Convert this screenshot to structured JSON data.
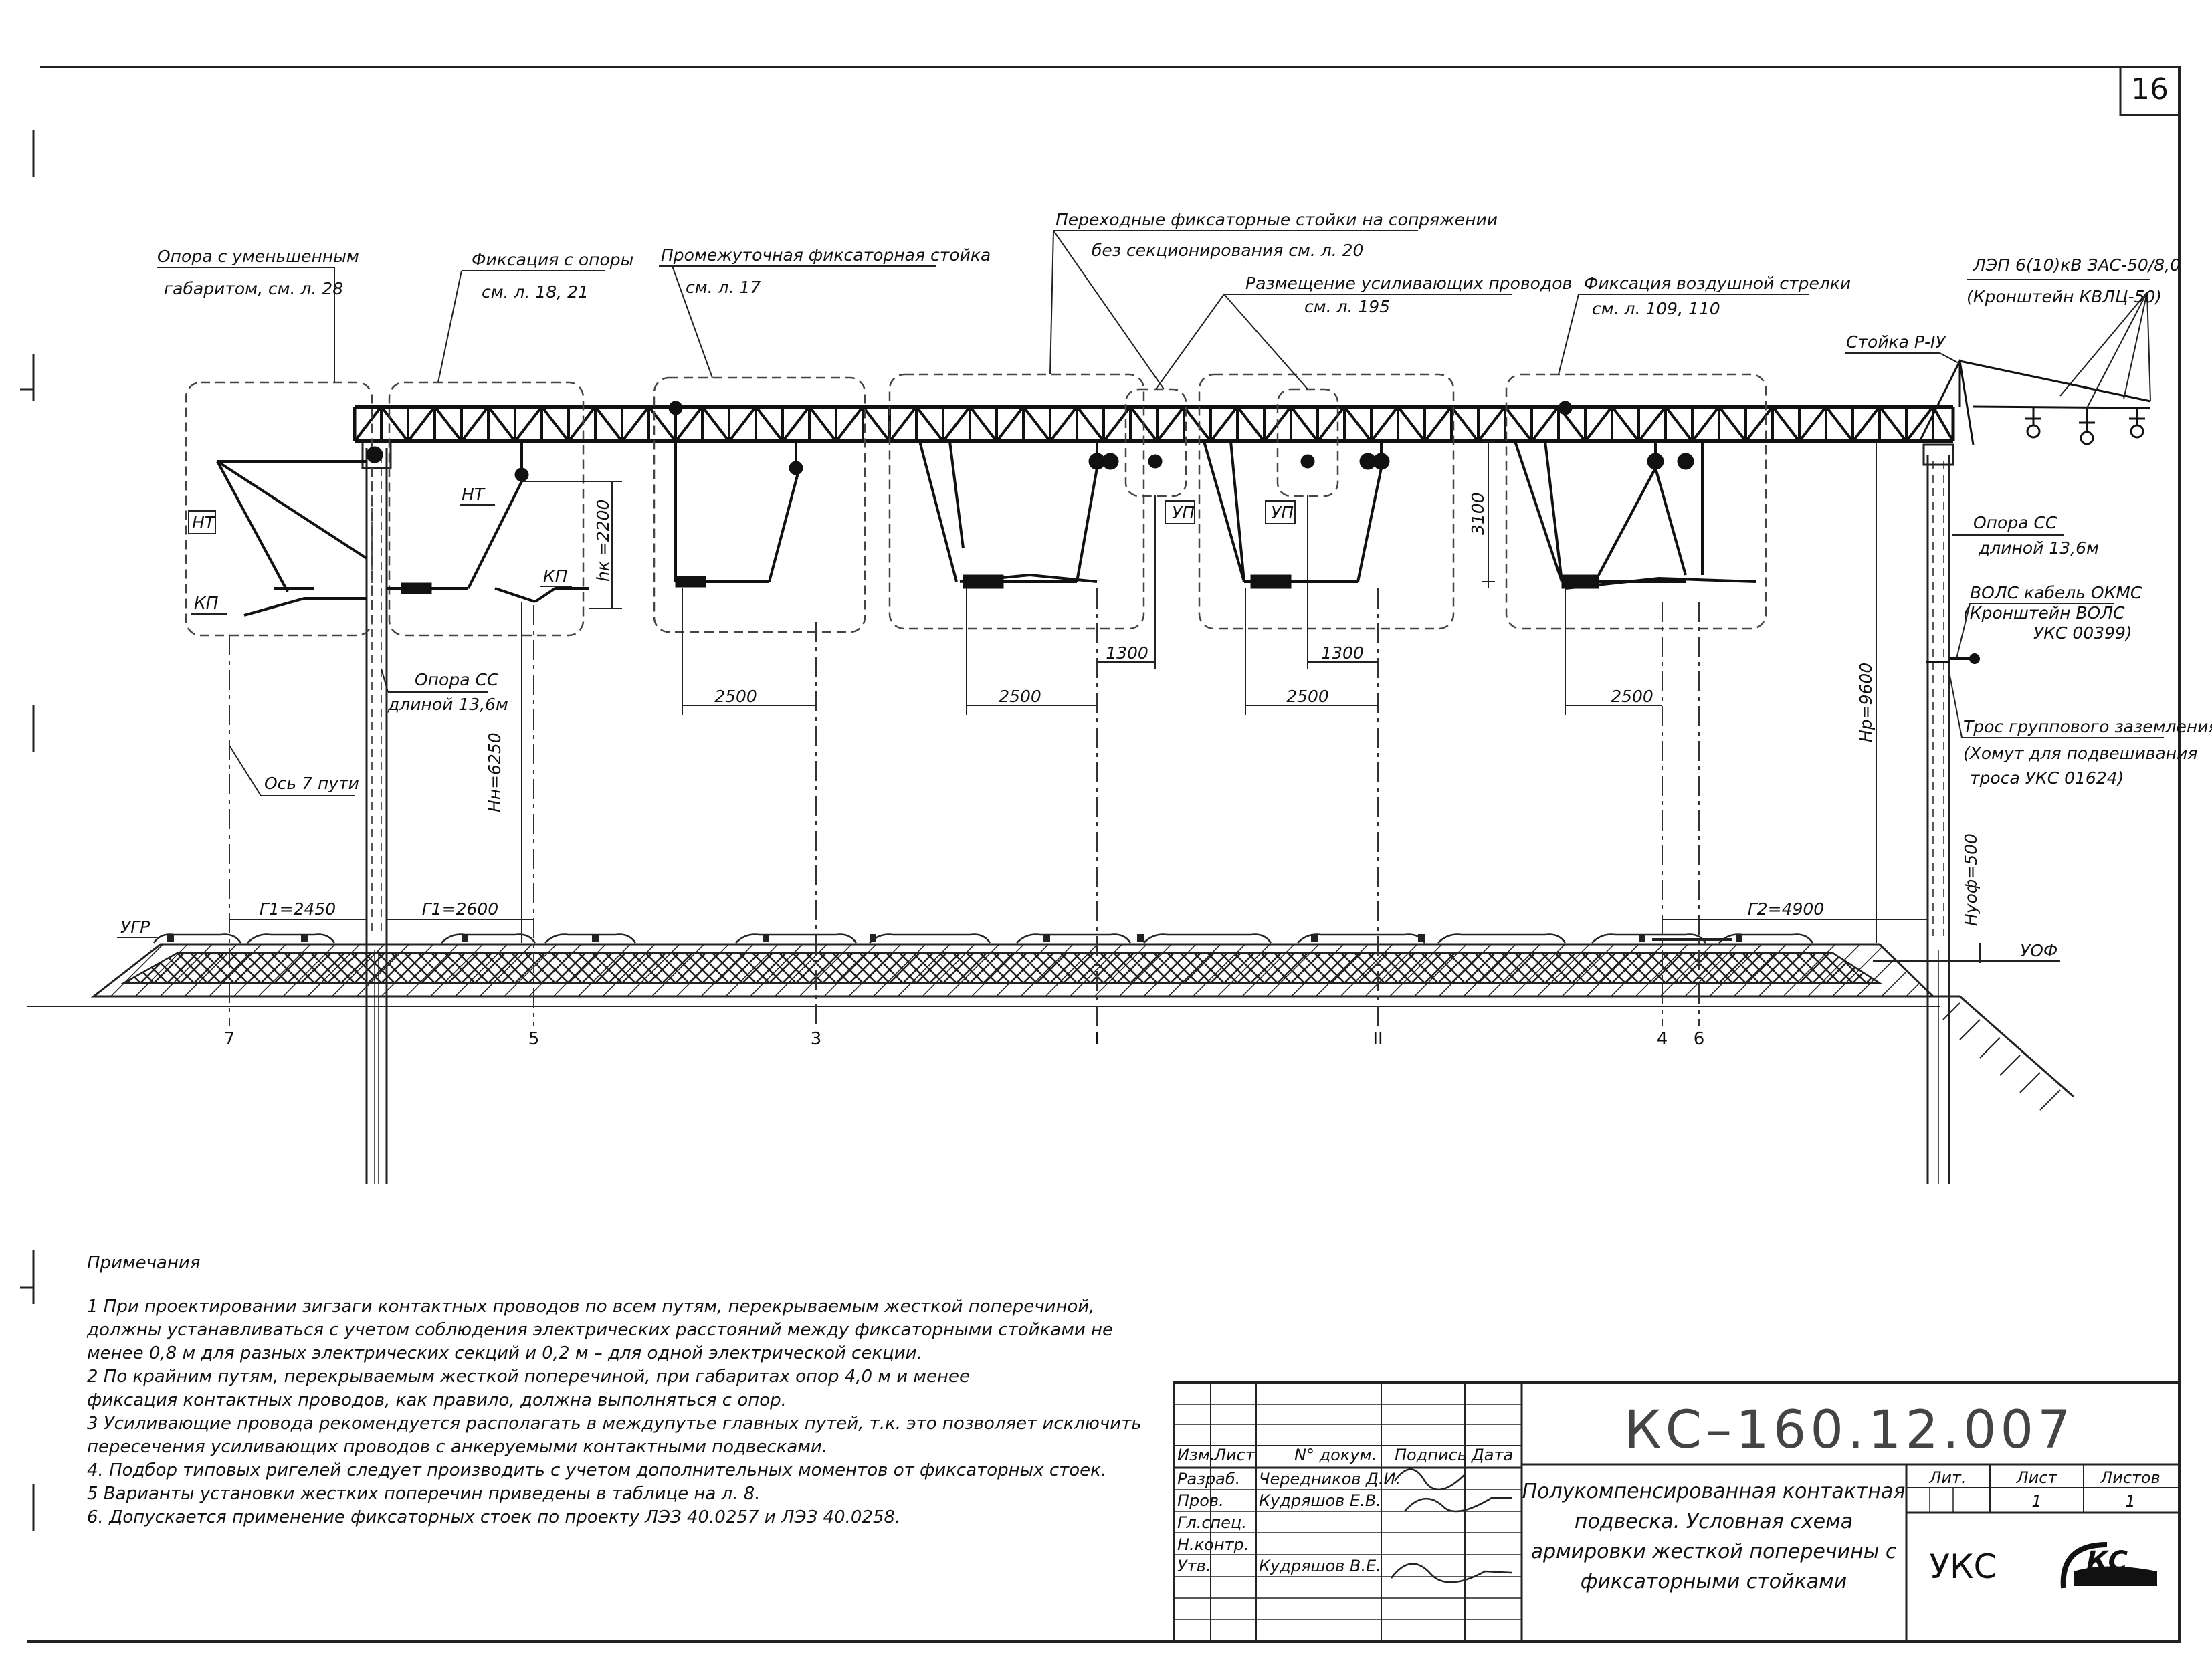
{
  "sheet": {
    "number": "16"
  },
  "callouts": {
    "reduced_pole_1": "Опора с уменьшенным",
    "reduced_pole_2": "габаритом, см. л. 28",
    "fix_from_pole_1": "Фиксация с опоры",
    "fix_from_pole_2": "см. л. 18, 21",
    "intermediate_1": "Промежуточная фиксаторная стойка",
    "intermediate_2": "см. л. 17",
    "transitional_1": "Переходные фиксаторные стойки на сопряжении",
    "transitional_2": "без секционирования см. л. 20",
    "reinforcing_1": "Размещение усиливающих проводов",
    "reinforcing_2": "см. л. 195",
    "air_switch_1": "Фиксация воздушной стрелки",
    "air_switch_2": "см. л. 109, 110",
    "power_line_1": "ЛЭП 6(10)кВ ЗАС-50/8,0",
    "power_line_2": "(Кронштейн КВЛЦ-50)",
    "rack": "Стойка Р-IУ",
    "pole_cc_right_1": "Опора СС",
    "pole_cc_right_2": "длиной 13,6м",
    "fiber_1": "ВОЛС кабель ОКМС",
    "fiber_2": "(Кронштейн ВОЛС",
    "fiber_3": "УКС 00399)",
    "ground_1": "Трос группового заземления",
    "ground_2": "(Хомут для подвешивания",
    "ground_3": "троса УКС 01624)",
    "pole_cc_left_1": "Опора СС",
    "pole_cc_left_2": "длиной 13,6м",
    "axis_7": "Ось 7 пути",
    "nt_left": "НТ",
    "kp_left": "КП",
    "nt_mid": "НТ",
    "kp_mid": "КП",
    "up_1": "УП",
    "up_2": "УП",
    "ugr": "УГР",
    "uof": "УОФ"
  },
  "dimensions": {
    "hk": "hк =2200",
    "h3100": "3100",
    "d2500_a": "2500",
    "d2500_b": "2500",
    "d2500_c": "2500",
    "d2500_d": "2500",
    "d1300_a": "1300",
    "d1300_b": "1300",
    "hn": "Hн=6250",
    "hp": "Hр=9600",
    "hfof": "Hуоф=500",
    "g1a": "Г1=2450",
    "g1b": "Г1=2600",
    "g2": "Г2=4900"
  },
  "tracks": [
    "7",
    "5",
    "3",
    "I",
    "II",
    "4",
    "6"
  ],
  "notes": {
    "heading": "Примечания",
    "lines": [
      "1  При проектировании зигзаги контактных проводов по всем путям, перекрываемым жесткой поперечиной,",
      "должны устанавливаться с учетом соблюдения электрических расстояний между фиксаторными стойками не",
      "менее 0,8 м для разных электрических секций и 0,2 м –  для одной электрической секции.",
      "2  По крайним путям, перекрываемым жесткой поперечиной, при габаритах опор 4,0 м и менее",
      "фиксация контактных проводов, как правило, должна выполняться с опор.",
      "3  Усиливающие провода рекомендуется располагать в междупутье главных путей, т.к. это позволяет исключить",
      "пересечения усиливающих проводов с анкеруемыми контактными подвесками.",
      "4.  Подбор типовых ригелей следует производить с учетом дополнительных моментов от фиксаторных стоек.",
      "5  Варианты установки жестких поперечин приведены в таблице на л. 8.",
      "6.  Допускается применение фиксаторных стоек по проекту ЛЭЗ 40.0257 и ЛЭЗ 40.0258."
    ]
  },
  "title_block": {
    "doc_number": "КС–160.12.007",
    "headers": {
      "izm": "Изм.",
      "list": "Лист",
      "doc": "N° докум.",
      "sign": "Подпись",
      "date": "Дата"
    },
    "roles": [
      {
        "role": "Разраб.",
        "name": "Чередников Д.И."
      },
      {
        "role": "Пров.",
        "name": "Кудряшов Е.В."
      },
      {
        "role": "Гл.спец.",
        "name": ""
      },
      {
        "role": "Н.контр.",
        "name": ""
      },
      {
        "role": "Утв.",
        "name": "Кудряшов В.Е."
      }
    ],
    "title_lines": [
      "Полукомпенсированная контактная",
      "подвеска. Условная схема",
      "армировки жесткой поперечины с",
      "фиксаторными стойками"
    ],
    "lit": "Лит.",
    "sheet_label": "Лист",
    "sheets_label": "Листов",
    "sheet_value": "1",
    "sheets_value": "1",
    "org": "УКС",
    "logo": "КС"
  }
}
